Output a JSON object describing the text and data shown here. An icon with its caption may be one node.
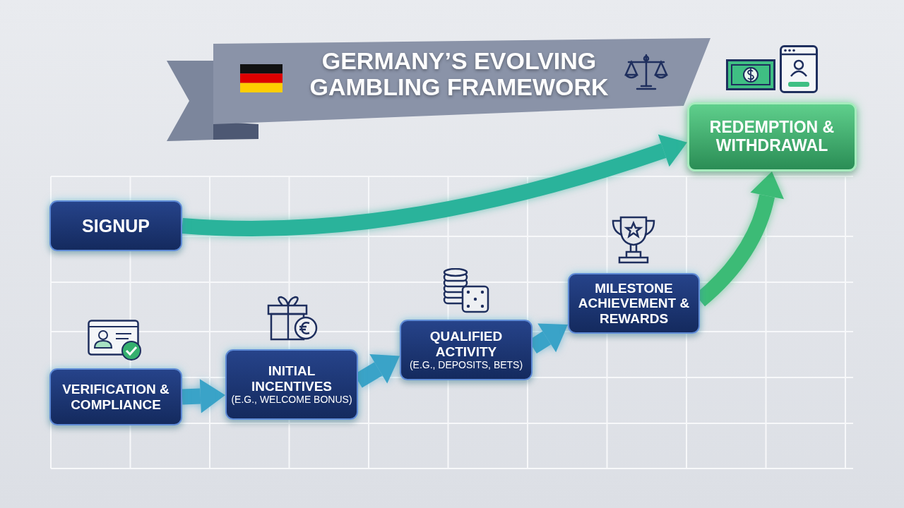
{
  "diagram": {
    "title": "GERMANY’S EVOLVING GAMBLING FRAMEWORK",
    "nodes": [
      {
        "text": [
          "SIGNUP"
        ]
      },
      {
        "text": [
          "VERIFICATION & COMPLIANCE"
        ]
      },
      {
        "text": [
          "INITIAL INCENTIVES",
          "(E.G., WELCOME BONUS)"
        ]
      },
      {
        "text": [
          "QUALIFIED ACTIVITY",
          "(E.G., DEPOSITS, BETS)"
        ]
      },
      {
        "text": [
          "MILESTONE ACHIEVEMENT & REWARDS"
        ]
      },
      {
        "text": [
          "REDEMPTION & WITHDRAWAL"
        ]
      }
    ],
    "edges": [
      {
        "from": 0,
        "to": 5,
        "arrow": "to",
        "color": "#2ab39b"
      },
      {
        "from": 1,
        "to": 2,
        "arrow": "to"
      },
      {
        "from": 2,
        "to": 3,
        "arrow": "to"
      },
      {
        "from": 3,
        "to": 4,
        "arrow": "to"
      },
      {
        "from": 4,
        "to": 5,
        "arrow": "to",
        "color": "#3cbb76"
      }
    ]
  }
}
